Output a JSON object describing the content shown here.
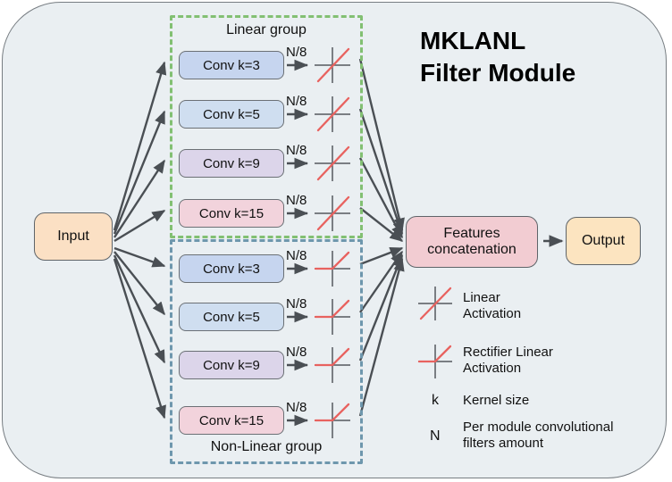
{
  "title": {
    "line1": "MKLANL",
    "line2": "Filter Module"
  },
  "nodes": {
    "input": "Input",
    "concat_line1": "Features",
    "concat_line2": "concatenation",
    "output": "Output"
  },
  "groups": {
    "linear": {
      "label": "Linear group",
      "border_color": "#82c072"
    },
    "nonlinear": {
      "label": "Non-Linear group",
      "border_color": "#6e97ad"
    }
  },
  "branch_label": "N/8",
  "linear_branches": [
    {
      "label": "Conv k=3",
      "kernel": 3,
      "color": "#c6d5ef",
      "activation": "linear"
    },
    {
      "label": "Conv k=5",
      "kernel": 5,
      "color": "#cfdef0",
      "activation": "linear"
    },
    {
      "label": "Conv k=9",
      "kernel": 9,
      "color": "#dcd5ea",
      "activation": "linear"
    },
    {
      "label": "Conv k=15",
      "kernel": 15,
      "color": "#f2d3dc",
      "activation": "linear"
    }
  ],
  "nonlinear_branches": [
    {
      "label": "Conv k=3",
      "kernel": 3,
      "color": "#c6d5ef",
      "activation": "relu"
    },
    {
      "label": "Conv k=5",
      "kernel": 5,
      "color": "#cfdef0",
      "activation": "relu"
    },
    {
      "label": "Conv k=9",
      "kernel": 9,
      "color": "#dcd5ea",
      "activation": "relu"
    },
    {
      "label": "Conv k=15",
      "kernel": 15,
      "color": "#f2d3dc",
      "activation": "relu"
    }
  ],
  "legend": [
    {
      "symbol": "linear-activation-icon",
      "line1": "Linear",
      "line2": "Activation"
    },
    {
      "symbol": "relu-activation-icon",
      "line1": "Rectifier Linear",
      "line2": "Activation"
    },
    {
      "symbol": "k",
      "line1": "Kernel size",
      "line2": ""
    },
    {
      "symbol": "N",
      "line1": "Per module convolutional",
      "line2": "filters  amount"
    }
  ],
  "colors": {
    "panel_bg": "#eaeff2",
    "panel_border": "#777d82",
    "arrow": "#4a4f54",
    "activation_red": "#e8625f",
    "axis": "#55595e",
    "input_fill": "#fbe0c4",
    "concat_fill": "#f2ccd2",
    "output_fill": "#fce4c0"
  }
}
